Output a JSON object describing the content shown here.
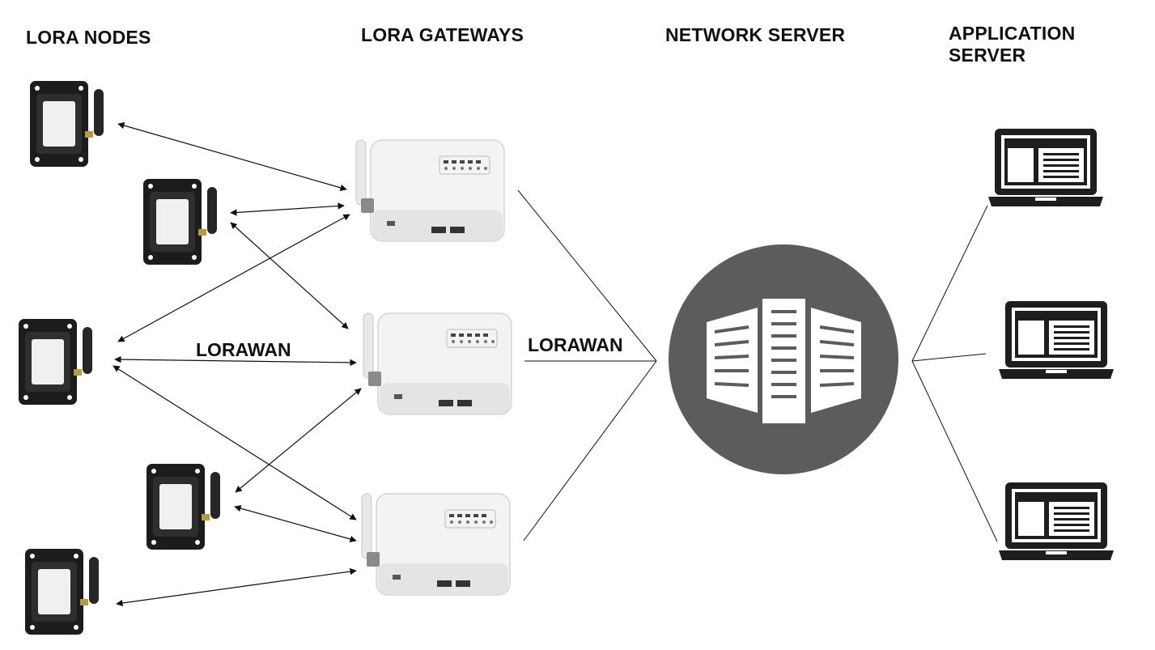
{
  "columns": {
    "nodes": "LORA NODES",
    "gateways": "LORA GATEWAYS",
    "network_server": "NETWORK SERVER",
    "application_server": "APPLICATION SERVER"
  },
  "links": {
    "node_to_gateway": "LORAWAN",
    "gateway_to_server": "LORAWAN"
  },
  "icons": {
    "node": "lora-node-icon",
    "gateway": "lora-gateway-icon",
    "server": "network-server-icon",
    "laptop": "laptop-icon"
  },
  "colors": {
    "server_circle": "#5c5c5c",
    "node_body": "#1c1c1c",
    "gateway_body": "#f3f3f3",
    "laptop": "#1e1e1e"
  }
}
